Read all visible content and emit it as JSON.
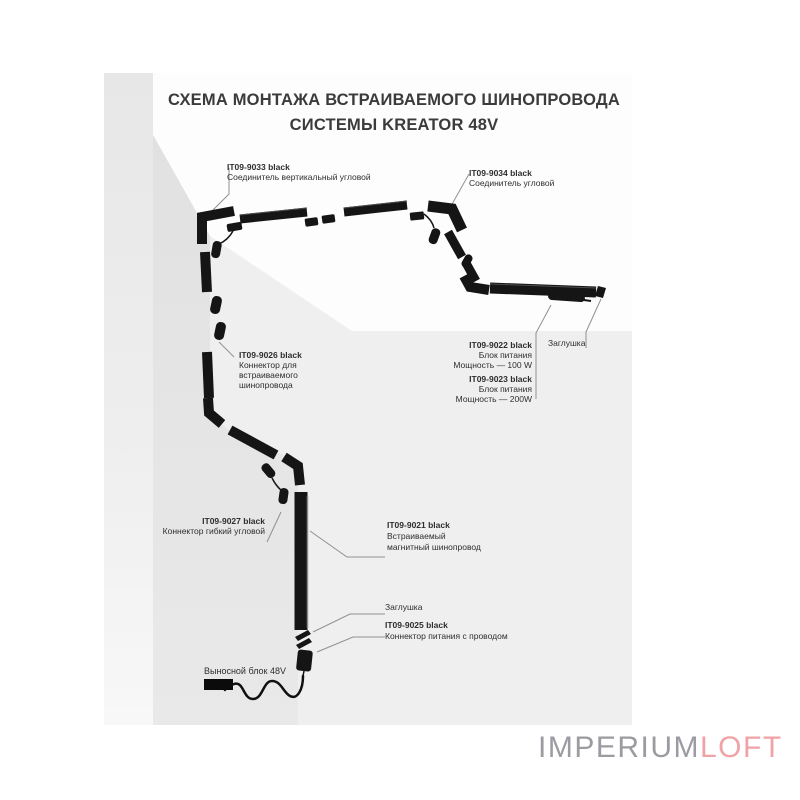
{
  "title": {
    "line1": "СХЕМА МОНТАЖА ВСТРАИВАЕМОГО ШИНОПРОВОДА",
    "line2": "СИСТЕМЫ KREATOR 48V"
  },
  "labels": {
    "vert_corner_connector": {
      "code": "IT09-9033 black",
      "desc": "Соединитель вертикальный угловой"
    },
    "corner_connector": {
      "code": "IT09-9034 black",
      "desc": "Соединитель угловой"
    },
    "psu100": {
      "code": "IT09-9022 black",
      "desc1": "Блок питания",
      "desc2": "Мощность — 100 W"
    },
    "psu200": {
      "code": "IT09-9023 black",
      "desc1": "Блок питания",
      "desc2": "Мощность — 200W"
    },
    "endcap_right": {
      "text": "Заглушка"
    },
    "recessed_connector": {
      "code": "IT09-9026 black",
      "desc1": "Коннектор для",
      "desc2": "встраиваемого",
      "desc3": "шинопровода"
    },
    "flex_corner_connector": {
      "code": "IT09-9027 black",
      "desc": "Коннектор гибкий угловой"
    },
    "track": {
      "code": "IT09-9021 black",
      "desc1": "Встраиваемый",
      "desc2": "магнитный шинопровод"
    },
    "endcap_bottom": {
      "text": "Заглушка"
    },
    "power_cord_connector": {
      "code": "IT09-9025 black",
      "desc": "Коннектор питания с проводом"
    },
    "remote_psu": {
      "text": "Выносной блок 48V"
    }
  },
  "logo": {
    "part1": "IMPERIUM",
    "part2": "LOFT"
  },
  "colors": {
    "track_black": "#151515",
    "panel_gray": "#efefef",
    "left_wall_gray": "#e2e2e2",
    "ceiling_white": "#fdfdfd",
    "leader_gray": "#909090",
    "label_text": "#2e2e2e",
    "title_text": "#3b3b3b",
    "logo_gray": "#9b9ba1",
    "logo_pink": "#f0a3a6"
  }
}
